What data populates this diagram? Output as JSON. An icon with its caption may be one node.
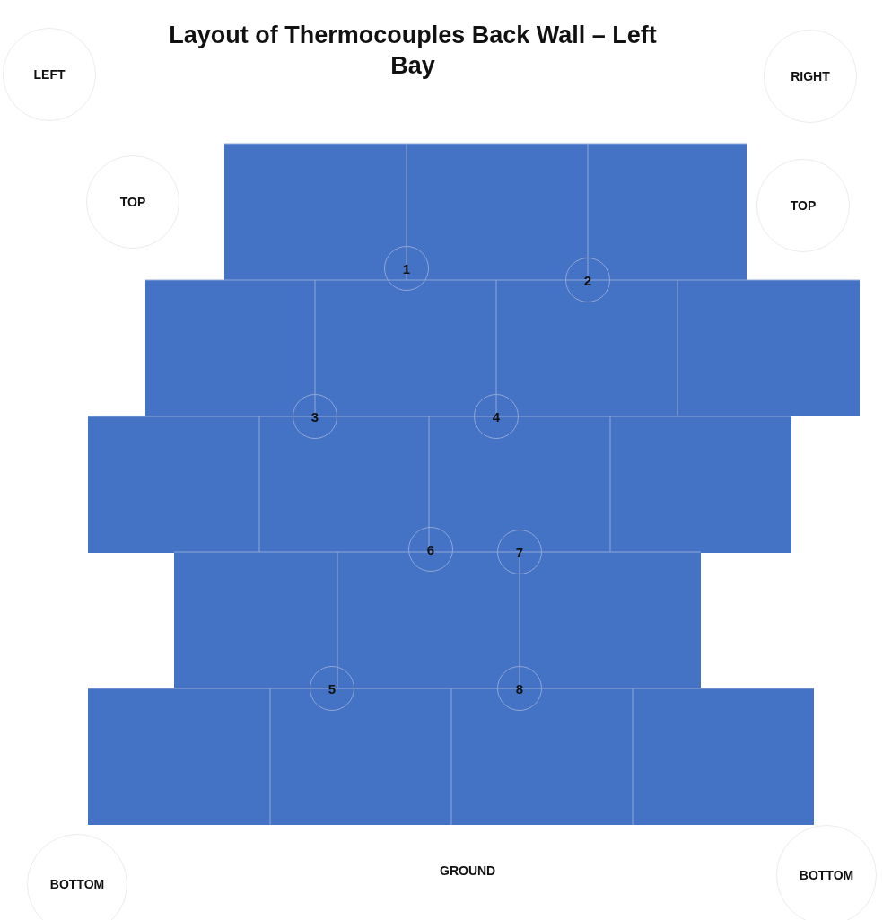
{
  "diagram": {
    "title": "Layout of Thermocouples Back Wall – Left Bay",
    "nodes": [
      {
        "text": [
          "LEFT"
        ]
      },
      {
        "text": [
          "RIGHT"
        ]
      },
      {
        "text": [
          "TOP"
        ]
      },
      {
        "text": [
          "TOP"
        ]
      },
      {
        "text": [
          "1"
        ]
      },
      {
        "text": [
          "2"
        ]
      },
      {
        "text": [
          "3"
        ]
      },
      {
        "text": [
          "4"
        ]
      },
      {
        "text": [
          "6"
        ]
      },
      {
        "text": [
          "7"
        ]
      },
      {
        "text": [
          "5"
        ]
      },
      {
        "text": [
          "8"
        ]
      },
      {
        "text": [
          "BOTTOM"
        ]
      },
      {
        "text": [
          "BOTTOM"
        ]
      }
    ],
    "labels": [
      "GROUND"
    ]
  }
}
